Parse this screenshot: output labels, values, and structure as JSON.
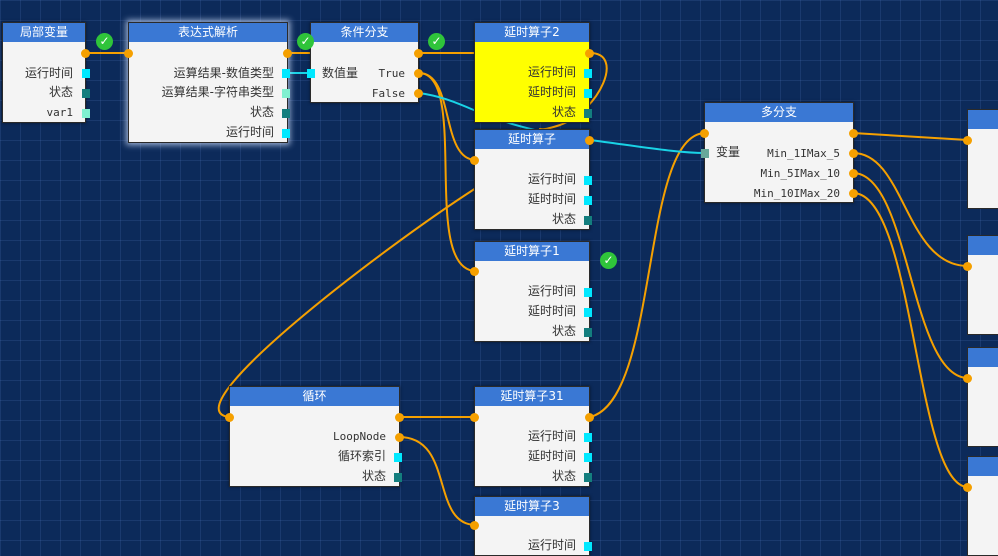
{
  "colors": {
    "canvas_bg": "#0c2a5a",
    "node_header": "#3a78d4",
    "node_body": "#f4f4f4",
    "highlight_node": "#ffff00",
    "wire_orange": "#f5a000",
    "wire_cyan": "#19d3e6",
    "port_cyan": "#00e8ff",
    "port_teal": "#137e7e",
    "status_ok": "#2fc43a"
  },
  "icons": {
    "check": "✓"
  },
  "nodes": {
    "local_var": {
      "title": "局部变量",
      "ports": [
        "运行时间",
        "状态",
        "var1"
      ]
    },
    "expr_parse": {
      "title": "表达式解析",
      "ports": [
        "运算结果-数值类型",
        "运算结果-字符串类型",
        "状态",
        "运行时间"
      ]
    },
    "cond_branch": {
      "title": "条件分支",
      "input": "数值量",
      "ports": [
        "True",
        "False"
      ]
    },
    "delay2": {
      "title": "延时算子2",
      "ports": [
        "运行时间",
        "延时时间",
        "状态"
      ]
    },
    "delay": {
      "title": "延时算子",
      "ports": [
        "运行时间",
        "延时时间",
        "状态"
      ]
    },
    "delay1": {
      "title": "延时算子1",
      "ports": [
        "运行时间",
        "延时时间",
        "状态"
      ]
    },
    "multi_branch": {
      "title": "多分支",
      "input": "变量",
      "ports": [
        "Min_1IMax_5",
        "Min_5IMax_10",
        "Min_10IMax_20"
      ]
    },
    "loop": {
      "title": "循环",
      "ports": [
        "LoopNode",
        "循环索引",
        "状态"
      ]
    },
    "delay31": {
      "title": "延时算子31",
      "ports": [
        "运行时间",
        "延时时间",
        "状态"
      ]
    },
    "delay3": {
      "title": "延时算子3",
      "ports": [
        "运行时间"
      ]
    }
  }
}
